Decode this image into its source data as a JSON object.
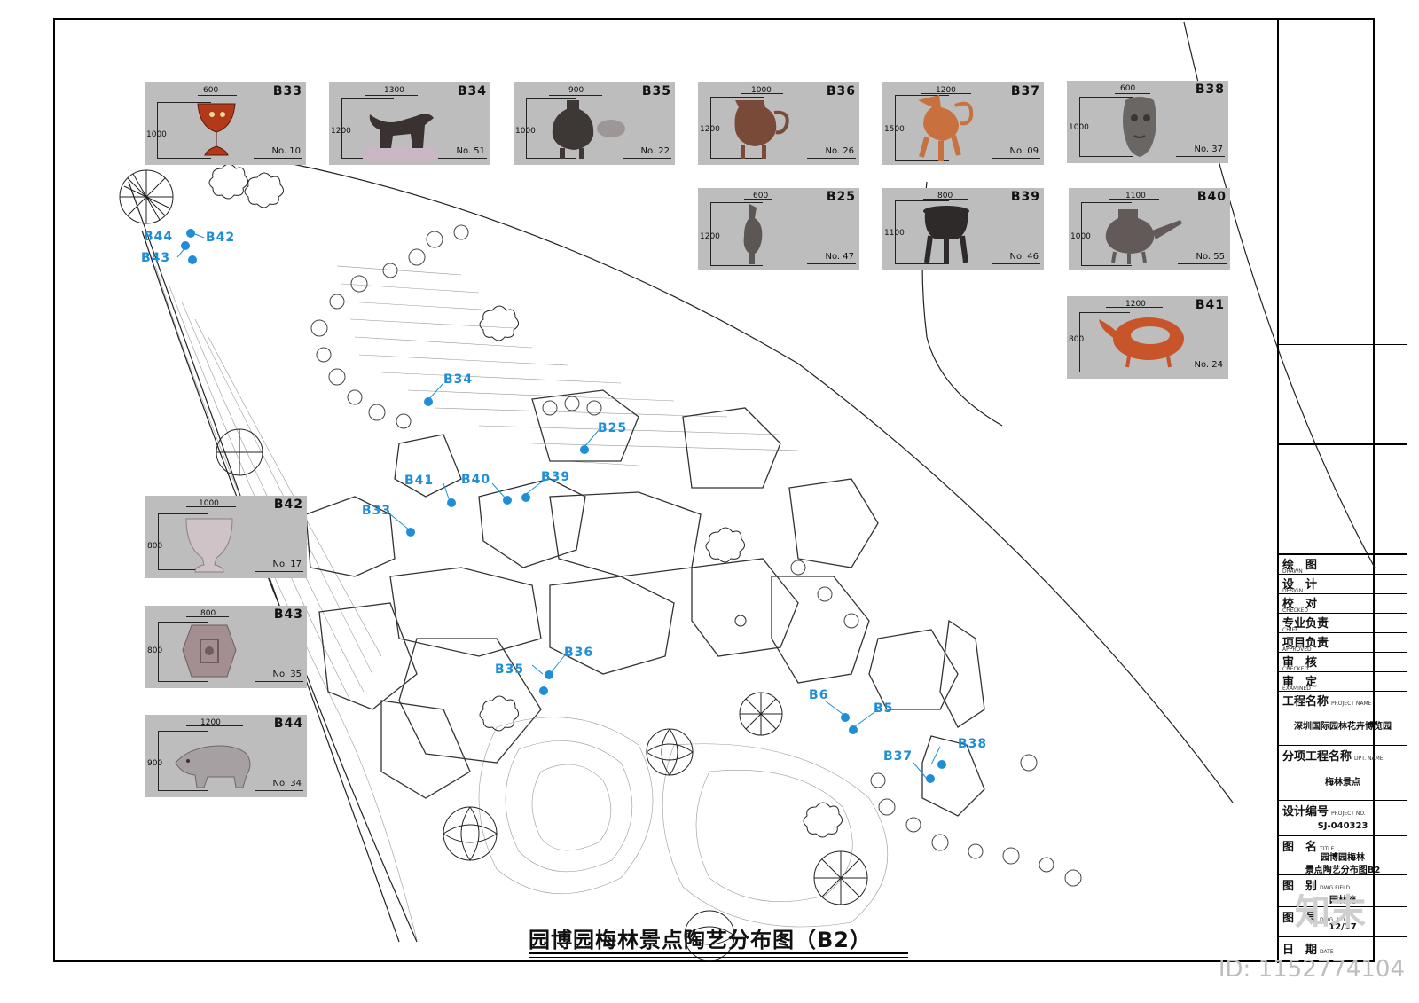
{
  "title": "园博园梅林景点陶艺分布图（B2）",
  "artifacts": [
    {
      "id": "B33",
      "w": "600",
      "h": "1000",
      "no": "No. 10",
      "color": "#b23a1a"
    },
    {
      "id": "B34",
      "w": "1300",
      "h": "1200",
      "no": "No. 51",
      "color": "#3a3230"
    },
    {
      "id": "B35",
      "w": "900",
      "h": "1000",
      "no": "No. 22",
      "color": "#3d3836"
    },
    {
      "id": "B36",
      "w": "1000",
      "h": "1200",
      "no": "No. 26",
      "color": "#7a4a38"
    },
    {
      "id": "B37",
      "w": "1200",
      "h": "1500",
      "no": "No. 09",
      "color": "#c8703e"
    },
    {
      "id": "B38",
      "w": "600",
      "h": "1000",
      "no": "No. 37",
      "color": "#6a6664"
    },
    {
      "id": "B25",
      "w": "600",
      "h": "1200",
      "no": "No. 47",
      "color": "#5c5654"
    },
    {
      "id": "B39",
      "w": "800",
      "h": "1100",
      "no": "No. 46",
      "color": "#2e2a2a"
    },
    {
      "id": "B40",
      "w": "1100",
      "h": "1000",
      "no": "No. 55",
      "color": "#625a58"
    },
    {
      "id": "B41",
      "w": "1200",
      "h": "800",
      "no": "No. 24",
      "color": "#c8552a"
    },
    {
      "id": "B42",
      "w": "1000",
      "h": "800",
      "no": "No. 17",
      "color": "#cfc3c7"
    },
    {
      "id": "B43",
      "w": "800",
      "h": "800",
      "no": "No. 35",
      "color": "#a38f92"
    },
    {
      "id": "B44",
      "w": "1200",
      "h": "900",
      "no": "No. 34",
      "color": "#a7a0a2"
    }
  ],
  "markers": [
    {
      "label": "B44"
    },
    {
      "label": "B42"
    },
    {
      "label": "B43"
    },
    {
      "label": "B34"
    },
    {
      "label": "B25"
    },
    {
      "label": "B41"
    },
    {
      "label": "B40"
    },
    {
      "label": "B39"
    },
    {
      "label": "B33"
    },
    {
      "label": "B36"
    },
    {
      "label": "B35"
    },
    {
      "label": "B6"
    },
    {
      "label": "B5"
    },
    {
      "label": "B37"
    },
    {
      "label": "B38"
    }
  ],
  "title_block": {
    "drawn": "绘　图",
    "drawn_en": "DRAWN",
    "design": "设　计",
    "design_en": "DESIGN",
    "checked": "校　对",
    "checked_en": "CHECKED",
    "chief": "专业负责",
    "chief_en": "CHIEF",
    "approved": "项目负责",
    "approved_en": "APPROVED",
    "checked2": "审　核",
    "checked2_en": "CHECKED",
    "examined": "审　定",
    "examined_en": "EXAMINED",
    "project_label": "工程名称",
    "project_label_en": "PROJECT NAME",
    "project_value": "深圳国际园林花卉博览园",
    "dept_label": "分项工程名称",
    "dept_label_en": "DPT. NAME",
    "dept_value": "梅林景点",
    "proj_no_label": "设计编号",
    "proj_no_label_en": "PROJECT NO.",
    "proj_no_value": "SJ-040323",
    "drawing_label": "图　名",
    "drawing_label_en": "TITLE",
    "drawing_value1": "园博园梅林",
    "drawing_value2": "景点陶艺分布图B2",
    "field_label": "图　别",
    "field_label_en": "DWG.FIELD",
    "field_value": "园林施",
    "number_label": "图　号",
    "number_label_en": "DWG. NO.",
    "number_value": "12/17",
    "date_label": "日　期",
    "date_label_en": "DATE"
  },
  "watermark": {
    "brand": "知末",
    "id": "ID: 1152774104"
  }
}
